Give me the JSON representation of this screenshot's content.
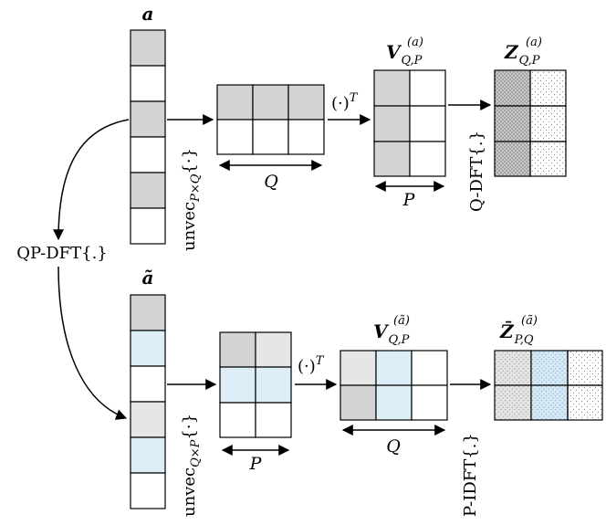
{
  "colors": {
    "gray": "#d4d4d4",
    "light_gray": "#e6e6e6",
    "light_blue": "#ddeef8",
    "white": "#ffffff",
    "stroke": "#000000"
  },
  "top": {
    "vector_label": "a",
    "unvec_op": "unvec",
    "unvec_sub": "P×Q",
    "unvec_arg": "{·}",
    "matrix_dim_label": "Q",
    "transpose_label": "(·)",
    "transpose_sup": "T",
    "v_label": "V",
    "v_sub": "Q,P",
    "v_sup": "(a)",
    "v_dim_label": "P",
    "dft_label": "Q-DFT{.}",
    "z_label": "Z",
    "z_sub": "Q,P",
    "z_sup": "(a)"
  },
  "middle": {
    "qp_dft_label": "QP-DFT{.}"
  },
  "bottom": {
    "vector_label": "ã",
    "unvec_op": "unvec",
    "unvec_sub": "Q×P",
    "unvec_arg": "{·}",
    "matrix_dim_label": "P",
    "transpose_label": "(·)",
    "transpose_sup": "T",
    "v_label": "V",
    "v_sub": "Q,P",
    "v_sup": "(ã)",
    "v_dim_label": "Q",
    "idft_label": "P-IDFT{.}",
    "z_label": "Z̄",
    "z_sub": "P,Q",
    "z_sup": "(ã)"
  }
}
